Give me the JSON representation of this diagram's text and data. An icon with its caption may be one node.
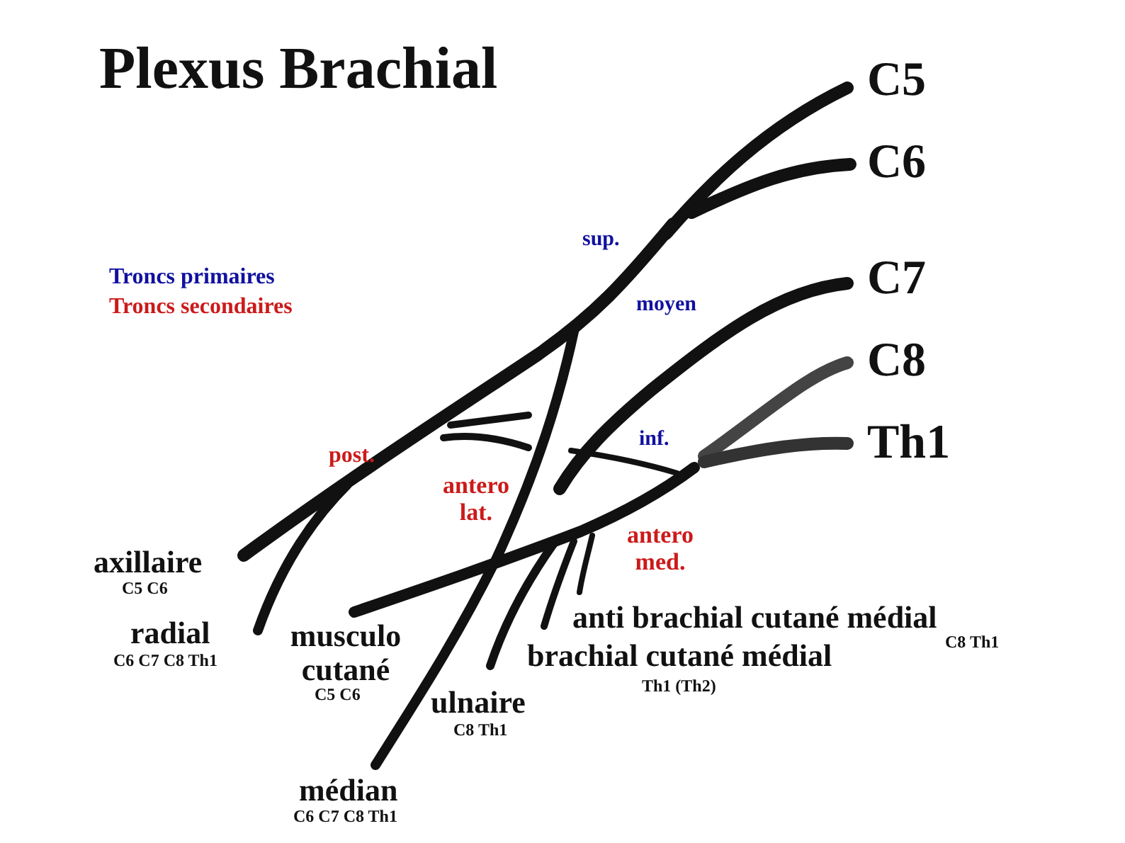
{
  "diagram": {
    "title": "Plexus Brachial",
    "labels": [
      "C5",
      "C6",
      "sup.",
      "C7",
      "moyen",
      "C8",
      "post.",
      "inf.",
      "Th1",
      "antero lat.",
      "antero med.",
      "axillaire",
      "C5 C6",
      "radial",
      "C6 C7 C8 Th1",
      "musculo cutané",
      "C5 C6",
      "anti brachial cutané médial",
      "C8 Th1",
      "brachial cutané médial",
      "Th1 (Th2)",
      "ulnaire",
      "C8 Th1",
      "médian",
      "C6 C7 C8 Th1"
    ],
    "legend": [
      {
        "text": "Troncs primaires",
        "color": "#1010a0"
      },
      {
        "text": "Troncs secondaires",
        "color": "#cc1a1a"
      }
    ]
  }
}
